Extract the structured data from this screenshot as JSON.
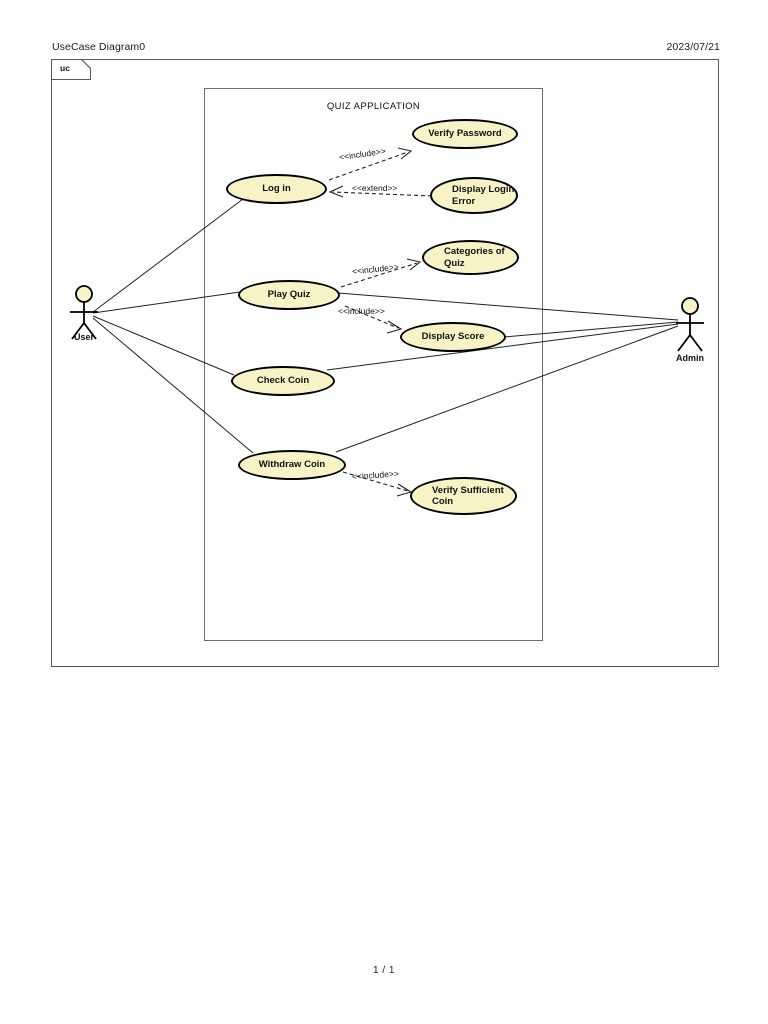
{
  "header": {
    "title": "UseCase Diagram0",
    "date": "2023/07/21"
  },
  "frame": {
    "tag": "uc"
  },
  "system": {
    "title": "QUIZ APPLICATION"
  },
  "actors": [
    {
      "id": "user",
      "label": "User"
    },
    {
      "id": "admin",
      "label": "Admin"
    }
  ],
  "use_cases": [
    {
      "id": "verify-password",
      "label": "Verify Password"
    },
    {
      "id": "log-in",
      "label": "Log in"
    },
    {
      "id": "display-login-error",
      "label": "Display Login Error"
    },
    {
      "id": "categories-of-quiz",
      "label": "Categories of Quiz"
    },
    {
      "id": "play-quiz",
      "label": "Play Quiz"
    },
    {
      "id": "display-score",
      "label": "Display Score"
    },
    {
      "id": "check-coin",
      "label": "Check Coin"
    },
    {
      "id": "withdraw-coin",
      "label": "Withdraw Coin"
    },
    {
      "id": "verify-sufficient-coin",
      "label": "Verify Sufficient Coin"
    }
  ],
  "relationships": [
    {
      "id": "login-includes-verify-password",
      "from": "log-in",
      "to": "verify-password",
      "stereotype": "<<include>>"
    },
    {
      "id": "login-error-extends-login",
      "from": "display-login-error",
      "to": "log-in",
      "stereotype": "<<extend>>"
    },
    {
      "id": "playquiz-includes-categories",
      "from": "play-quiz",
      "to": "categories-of-quiz",
      "stereotype": "<<include>>"
    },
    {
      "id": "playquiz-includes-display-score",
      "from": "play-quiz",
      "to": "display-score",
      "stereotype": "<<include>>"
    },
    {
      "id": "withdraw-includes-verify-sufficient",
      "from": "withdraw-coin",
      "to": "verify-sufficient-coin",
      "stereotype": "<<include>>"
    }
  ],
  "associations": [
    {
      "actor": "user",
      "use_case": "log-in"
    },
    {
      "actor": "user",
      "use_case": "play-quiz"
    },
    {
      "actor": "user",
      "use_case": "check-coin"
    },
    {
      "actor": "user",
      "use_case": "withdraw-coin"
    },
    {
      "actor": "admin",
      "use_case": "play-quiz"
    },
    {
      "actor": "admin",
      "use_case": "display-score"
    },
    {
      "actor": "admin",
      "use_case": "check-coin"
    },
    {
      "actor": "admin",
      "use_case": "withdraw-coin"
    }
  ],
  "stereotype_labels": {
    "include": "<<include>>",
    "extend": "<<extend>>"
  },
  "footer": {
    "page": "1 / 1"
  },
  "colors": {
    "usecase_fill": "#f7f3c6",
    "usecase_stroke": "#000000",
    "frame_stroke": "#555a5e",
    "system_stroke": "#6b6f73",
    "actor_head_fill": "#f7f3c6"
  }
}
